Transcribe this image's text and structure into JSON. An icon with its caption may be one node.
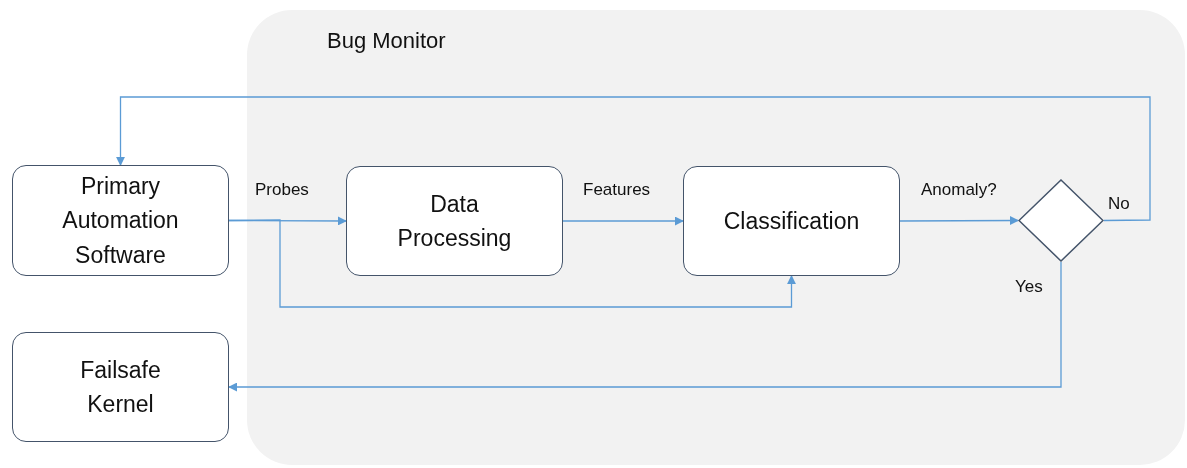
{
  "diagram": {
    "nodes": [
      {
        "text": [
          "Bug Monitor"
        ]
      },
      {
        "text": [
          "Primary Automation Software"
        ]
      },
      {
        "text": [
          "Data Processing"
        ],
        "in": 0
      },
      {
        "text": [
          "Classification"
        ],
        "in": 0
      },
      {
        "text": [],
        "shape": "diamond",
        "in": 0
      },
      {
        "text": [
          "Failsafe Kernel"
        ]
      }
    ],
    "edges": [
      {
        "from": 1,
        "to": 2,
        "arrow": "to",
        "label": "Probes"
      },
      {
        "from": 1,
        "to": 3,
        "arrow": "to"
      },
      {
        "from": 2,
        "to": 3,
        "arrow": "to",
        "label": "Features"
      },
      {
        "from": 3,
        "to": 4,
        "arrow": "to",
        "label": "Anomaly?"
      },
      {
        "from": 4,
        "to": 1,
        "arrow": "to",
        "label": "No"
      },
      {
        "from": 4,
        "to": 5,
        "arrow": "to",
        "label": "Yes"
      }
    ]
  }
}
